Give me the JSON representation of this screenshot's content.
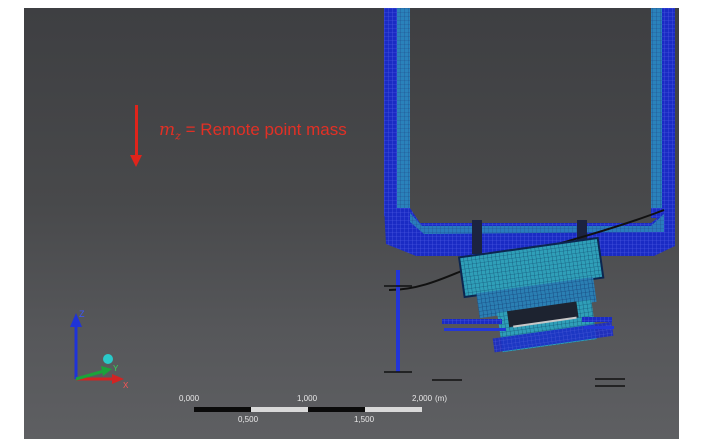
{
  "annotation": {
    "symbol": "m",
    "subscript": "z",
    "text": " = Remote point mass"
  },
  "triad": {
    "z_label": "Z",
    "y_label": "Y",
    "x_label": "X"
  },
  "scale_bar": {
    "unit": "(m)",
    "top_labels": [
      "0,000",
      "1,000",
      "2,000"
    ],
    "bottom_labels": [
      "0,500",
      "1,500"
    ]
  },
  "colors": {
    "mesh_dark_blue": "#1b2cc8",
    "mesh_cyan": "#37b6c9",
    "annotation_red": "#e0241b",
    "background_top": "#3e3f42",
    "background_bottom": "#5e5f62"
  }
}
